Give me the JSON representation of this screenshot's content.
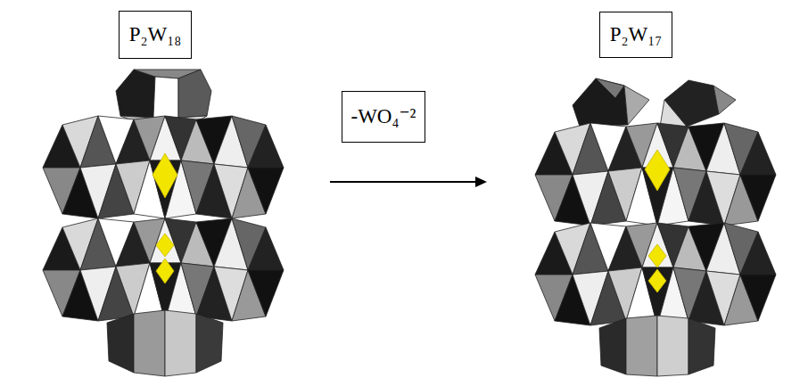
{
  "diagram": {
    "nodes": [
      {
        "text": [
          "P₂W₁₈"
        ]
      },
      {
        "text": [
          "-WO₄⁻²"
        ]
      },
      {
        "text": [
          "P₂W₁₇"
        ]
      }
    ]
  }
}
